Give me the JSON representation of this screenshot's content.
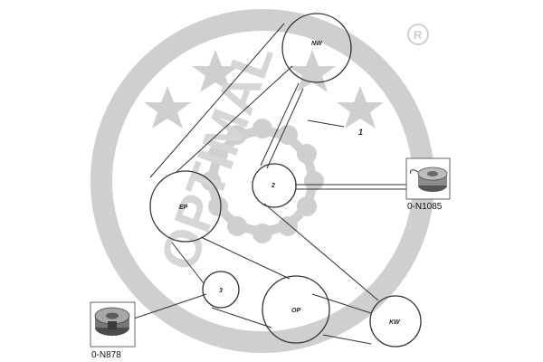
{
  "watermark": {
    "brand": "OPTIMAL",
    "registered_mark": "®",
    "color": "#cfcfcf"
  },
  "pulleys": [
    {
      "id": "nw",
      "label": "NW"
    },
    {
      "id": "ep",
      "label": "EP"
    },
    {
      "id": "tensioner",
      "label": "2"
    },
    {
      "id": "idler",
      "label": "3"
    },
    {
      "id": "op",
      "label": "OP"
    },
    {
      "id": "kw",
      "label": "KW"
    }
  ],
  "belt_callout": "1",
  "parts": [
    {
      "id": "tensioner-part",
      "part_number": "0-N1085"
    },
    {
      "id": "idler-part",
      "part_number": "0-N878"
    }
  ],
  "colors": {
    "line": "#333333",
    "part_box": "#666666"
  }
}
